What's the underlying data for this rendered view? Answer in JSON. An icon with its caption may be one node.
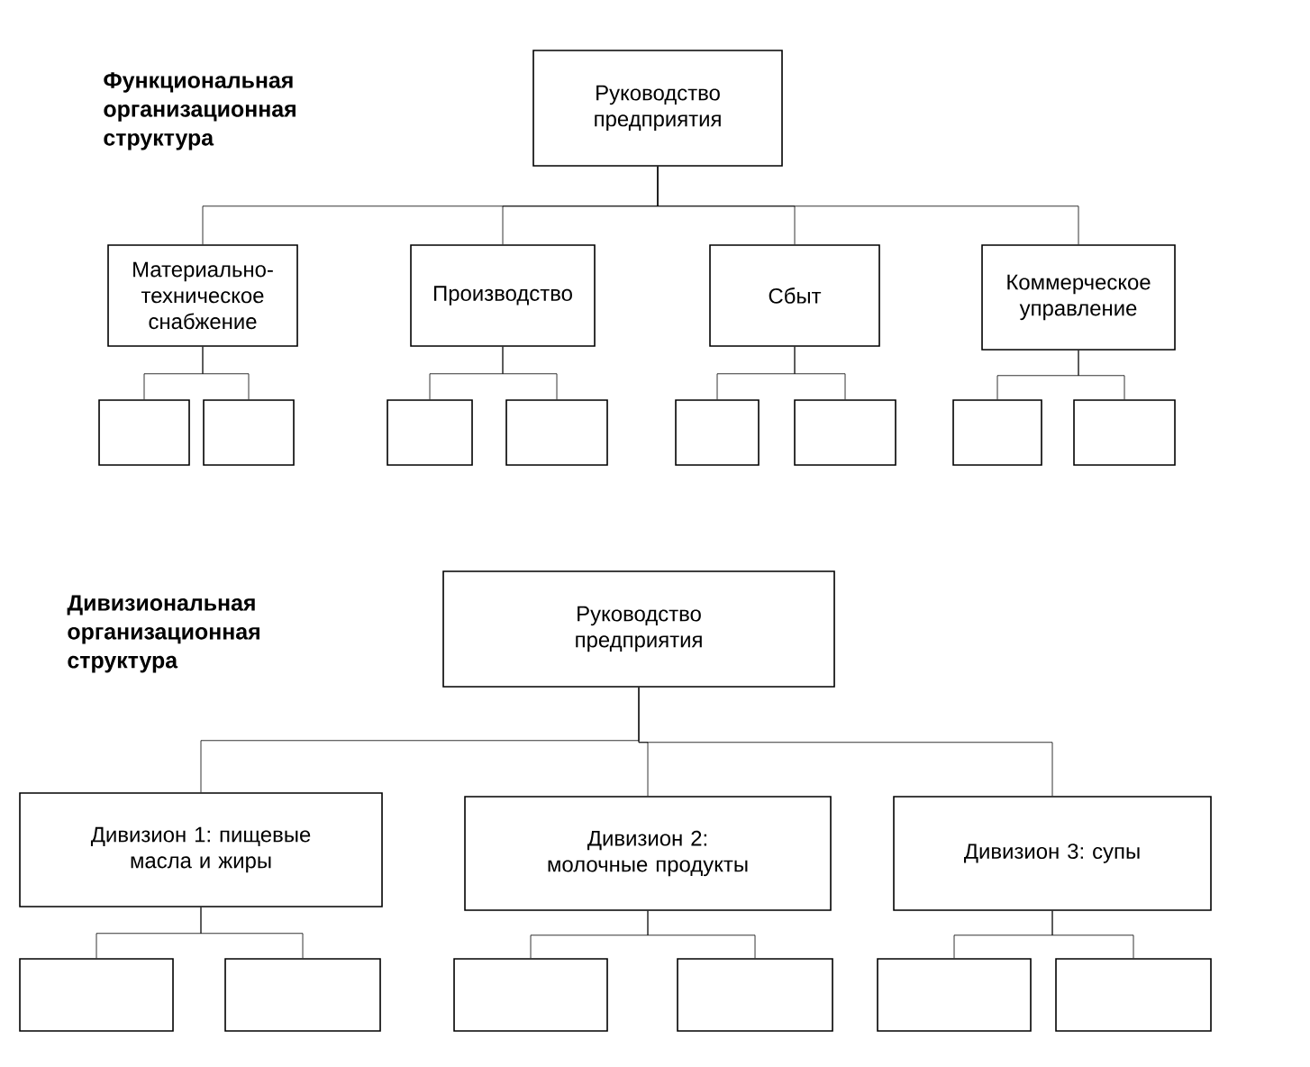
{
  "diagram": {
    "nodes": [
      {
        "text": [
          "Руководство предприятия"
        ]
      },
      {
        "text": [
          "Материально-техническое снабжение"
        ]
      },
      {
        "text": [
          "Производство"
        ]
      },
      {
        "text": [
          "Сбыт"
        ]
      },
      {
        "text": [
          "Коммерческое управление"
        ]
      },
      {
        "text": [],
        "shape": "box"
      },
      {
        "text": [],
        "shape": "box"
      },
      {
        "text": [],
        "shape": "box"
      },
      {
        "text": [],
        "shape": "box"
      },
      {
        "text": [],
        "shape": "box"
      },
      {
        "text": [],
        "shape": "box"
      },
      {
        "text": [],
        "shape": "box"
      },
      {
        "text": [],
        "shape": "box"
      },
      {
        "text": [
          "Руководство предприятия"
        ]
      },
      {
        "text": [
          "Дивизион 1: пищевые масла и жиры"
        ]
      },
      {
        "text": [
          "Дивизион 2: молочные продукты"
        ]
      },
      {
        "text": [
          "Дивизион 3: супы"
        ]
      },
      {
        "text": [],
        "shape": "box"
      },
      {
        "text": [],
        "shape": "box"
      },
      {
        "text": [],
        "shape": "box"
      },
      {
        "text": [],
        "shape": "box"
      },
      {
        "text": [],
        "shape": "box"
      },
      {
        "text": [],
        "shape": "box"
      }
    ],
    "edges": [
      {
        "from": 0,
        "to": 1,
        "arrow": "none"
      },
      {
        "from": 0,
        "to": 2,
        "arrow": "none"
      },
      {
        "from": 0,
        "to": 3,
        "arrow": "none"
      },
      {
        "from": 0,
        "to": 4,
        "arrow": "none"
      },
      {
        "from": 1,
        "to": 5,
        "arrow": "none"
      },
      {
        "from": 1,
        "to": 6,
        "arrow": "none"
      },
      {
        "from": 2,
        "to": 7,
        "arrow": "none"
      },
      {
        "from": 2,
        "to": 8,
        "arrow": "none"
      },
      {
        "from": 3,
        "to": 9,
        "arrow": "none"
      },
      {
        "from": 3,
        "to": 10,
        "arrow": "none"
      },
      {
        "from": 4,
        "to": 11,
        "arrow": "none"
      },
      {
        "from": 4,
        "to": 12,
        "arrow": "none"
      },
      {
        "from": 13,
        "to": 14,
        "arrow": "none"
      },
      {
        "from": 13,
        "to": 15,
        "arrow": "none"
      },
      {
        "from": 13,
        "to": 16,
        "arrow": "none"
      },
      {
        "from": 14,
        "to": 17,
        "arrow": "none"
      },
      {
        "from": 14,
        "to": 18,
        "arrow": "none"
      },
      {
        "from": 15,
        "to": 19,
        "arrow": "none"
      },
      {
        "from": 15,
        "to": 20,
        "arrow": "none"
      },
      {
        "from": 16,
        "to": 21,
        "arrow": "none"
      },
      {
        "from": 16,
        "to": 22,
        "arrow": "none"
      }
    ],
    "labels": [
      "Функциональная организационная структура",
      "Дивизиональная организационная структура"
    ]
  }
}
